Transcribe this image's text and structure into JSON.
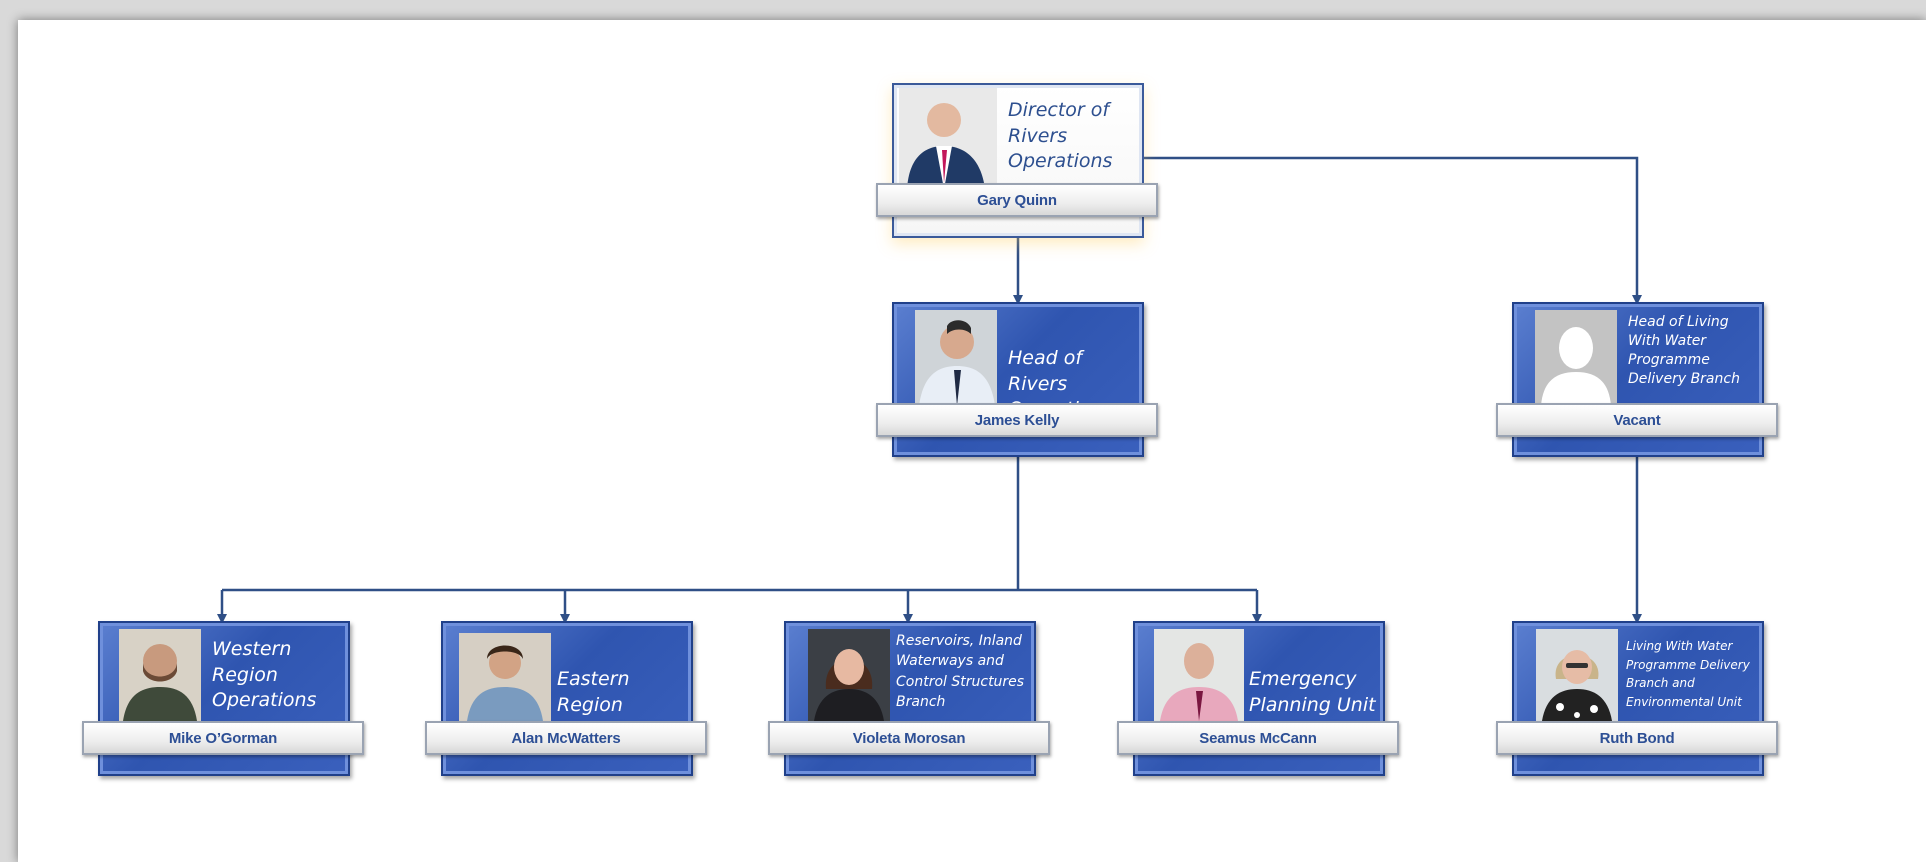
{
  "director": {
    "title": "Director of Rivers Operations",
    "name": "Gary Quinn"
  },
  "head_rivers": {
    "title": "Head of Rivers Operations",
    "name": "James Kelly"
  },
  "head_lww": {
    "title": "Head of Living With Water Programme Delivery Branch",
    "name": "Vacant"
  },
  "western": {
    "title": "Western Region Operations",
    "name": "Mike O’Gorman"
  },
  "eastern": {
    "title": "Eastern Region Operations",
    "name": "Alan McWatters"
  },
  "reservoirs": {
    "title": "Reservoirs, Inland Waterways and Control Structures Branch",
    "name": "Violeta Morosan"
  },
  "emergency": {
    "title": "Emergency Planning Unit",
    "name": "Seamus McCann"
  },
  "lww_unit": {
    "title": "Living With Water Programme Delivery Branch and Environmental Unit",
    "name": "Ruth Bond"
  },
  "colors": {
    "card_blue": "#2f55b0",
    "connector": "#2f4f86",
    "name_text": "#2d4f95"
  }
}
